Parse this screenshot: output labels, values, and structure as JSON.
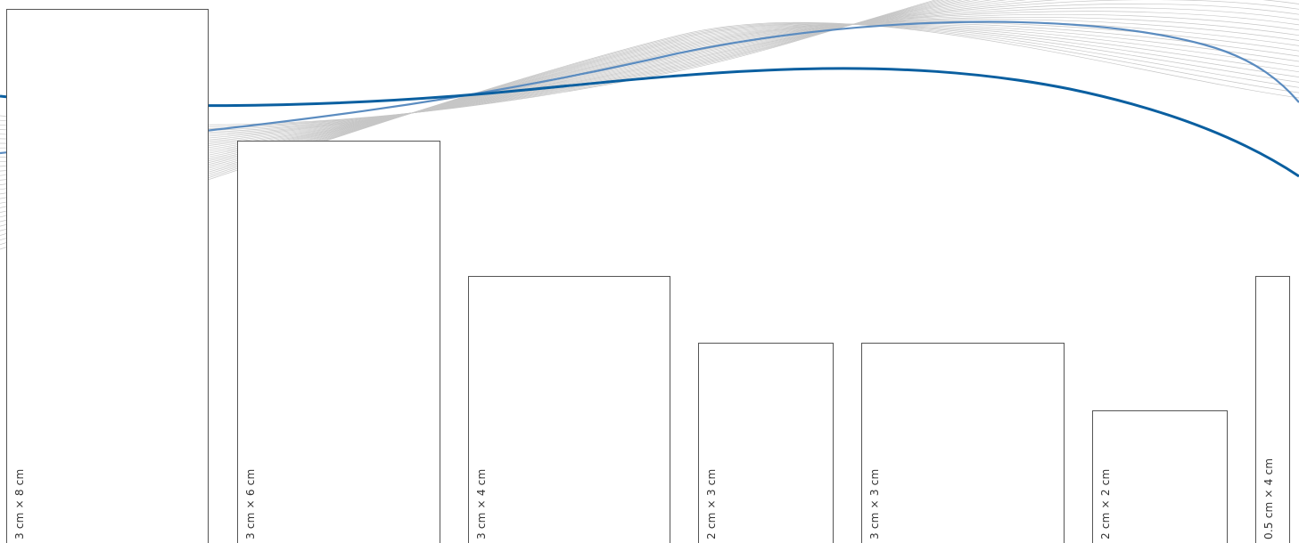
{
  "colors": {
    "background": "#ffffff",
    "box_border": "#555555",
    "label_text": "#333333",
    "wave_primary": "#0a5fa0",
    "wave_secondary": "#5b8cc0",
    "wave_faint": "#c6c6c6"
  },
  "size_boxes": [
    {
      "label": "3 cm × 8 cm"
    },
    {
      "label": "3 cm × 6 cm"
    },
    {
      "label": "3 cm × 4 cm"
    },
    {
      "label": "2 cm × 3 cm"
    },
    {
      "label": "3 cm × 3 cm"
    },
    {
      "label": "2 cm × 2 cm"
    },
    {
      "label": "0.5 cm × 4 cm"
    }
  ]
}
